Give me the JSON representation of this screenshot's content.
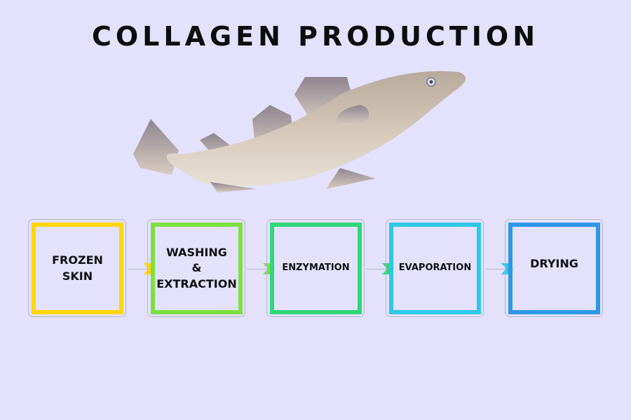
{
  "title": "COLLAGEN PRODUCTION",
  "illustration": "cod-fish",
  "steps": [
    {
      "label_lines": [
        "FROZEN",
        "SKIN"
      ],
      "color": "#FFD700"
    },
    {
      "label_lines": [
        "WASHING",
        "&",
        "EXTRACTION"
      ],
      "color": "#7EE040"
    },
    {
      "label_lines": [
        "ENZYMATION"
      ],
      "color": "#2FD67A"
    },
    {
      "label_lines": [
        "EVAPORATION"
      ],
      "color": "#2EC8E6"
    },
    {
      "label_lines": [
        "DRYING"
      ],
      "color": "#2F96E6"
    }
  ]
}
